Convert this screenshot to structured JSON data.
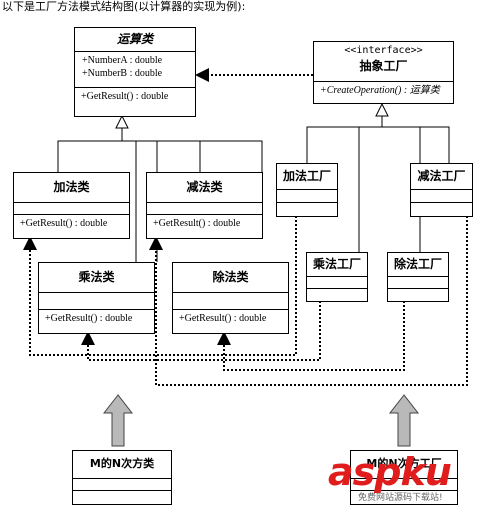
{
  "caption": "以下是工厂方法模式结构图(以计算器的实现为例):",
  "operation": {
    "name": "运算类",
    "attrs": [
      "+NumberA : double",
      "+NumberB : double"
    ],
    "ops": [
      "+GetResult() : double"
    ]
  },
  "factory_interface": {
    "stereotype": "<<interface>>",
    "name": "抽象工厂",
    "ops": [
      "+CreateOperation() : 运算类"
    ]
  },
  "ops_classes": [
    {
      "name": "加法类",
      "op": "+GetResult() : double"
    },
    {
      "name": "减法类",
      "op": "+GetResult() : double"
    },
    {
      "name": "乘法类",
      "op": "+GetResult() : double"
    },
    {
      "name": "除法类",
      "op": "+GetResult() : double"
    }
  ],
  "factories": [
    "加法工厂",
    "减法工厂",
    "乘法工厂",
    "除法工厂"
  ],
  "new_class": "M的N次方类",
  "new_factory": "M的N次方工厂",
  "watermark": {
    "main": "aspku",
    "sub": "免费网站源码下载站!"
  }
}
